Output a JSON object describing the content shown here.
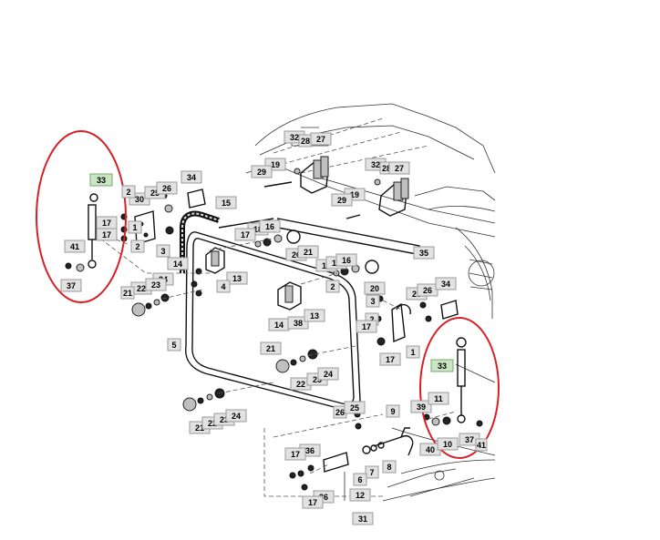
{
  "colors": {
    "highlight": "#c9e5c3",
    "callout": "#d81f26",
    "label_bg": "#e2e2e2"
  },
  "labels": [
    {
      "id": "l33a",
      "text": "33",
      "hl": true
    },
    {
      "id": "l34a",
      "text": "34"
    },
    {
      "id": "l30",
      "text": "30"
    },
    {
      "id": "l2a",
      "text": "2"
    },
    {
      "id": "l25a",
      "text": "25"
    },
    {
      "id": "l26a",
      "text": "26"
    },
    {
      "id": "l17a",
      "text": "17"
    },
    {
      "id": "l1a",
      "text": "1"
    },
    {
      "id": "l17b",
      "text": "17"
    },
    {
      "id": "l2b",
      "text": "2"
    },
    {
      "id": "l3a",
      "text": "3"
    },
    {
      "id": "l41",
      "text": "41"
    },
    {
      "id": "l37a",
      "text": "37"
    },
    {
      "id": "l15",
      "text": "15"
    },
    {
      "id": "l14a",
      "text": "14"
    },
    {
      "id": "l24a",
      "text": "24"
    },
    {
      "id": "l22a",
      "text": "22"
    },
    {
      "id": "l23a",
      "text": "23"
    },
    {
      "id": "l21a",
      "text": "21"
    },
    {
      "id": "l13a",
      "text": "13"
    },
    {
      "id": "l4",
      "text": "4"
    },
    {
      "id": "l5",
      "text": "5"
    },
    {
      "id": "l32a",
      "text": "32"
    },
    {
      "id": "l28a",
      "text": "28"
    },
    {
      "id": "l27a",
      "text": "27"
    },
    {
      "id": "l19a",
      "text": "19"
    },
    {
      "id": "l29a",
      "text": "29"
    },
    {
      "id": "l18a",
      "text": "18"
    },
    {
      "id": "l16a",
      "text": "16"
    },
    {
      "id": "l17c",
      "text": "17"
    },
    {
      "id": "l20a",
      "text": "20"
    },
    {
      "id": "l21b",
      "text": "21"
    },
    {
      "id": "l32b",
      "text": "32"
    },
    {
      "id": "l28b",
      "text": "28"
    },
    {
      "id": "l27b",
      "text": "27"
    },
    {
      "id": "l19b",
      "text": "19"
    },
    {
      "id": "l29b",
      "text": "29"
    },
    {
      "id": "l35",
      "text": "35"
    },
    {
      "id": "l17d",
      "text": "17"
    },
    {
      "id": "l18b",
      "text": "18"
    },
    {
      "id": "l16b",
      "text": "16"
    },
    {
      "id": "l2c",
      "text": "2"
    },
    {
      "id": "l20b",
      "text": "20"
    },
    {
      "id": "l14b",
      "text": "14"
    },
    {
      "id": "l38",
      "text": "38"
    },
    {
      "id": "l13b",
      "text": "13"
    },
    {
      "id": "l25b",
      "text": "25"
    },
    {
      "id": "l26b",
      "text": "26"
    },
    {
      "id": "l34b",
      "text": "34"
    },
    {
      "id": "l3b",
      "text": "3"
    },
    {
      "id": "l2d",
      "text": "2"
    },
    {
      "id": "l17e",
      "text": "17"
    },
    {
      "id": "l1b",
      "text": "1"
    },
    {
      "id": "l17f",
      "text": "17"
    },
    {
      "id": "l33b",
      "text": "33",
      "hl": true
    },
    {
      "id": "l21c",
      "text": "21"
    },
    {
      "id": "l22b",
      "text": "22"
    },
    {
      "id": "l23b",
      "text": "23"
    },
    {
      "id": "l24b",
      "text": "24"
    },
    {
      "id": "l21d",
      "text": "21"
    },
    {
      "id": "l22c",
      "text": "22"
    },
    {
      "id": "l23c",
      "text": "23"
    },
    {
      "id": "l24c",
      "text": "24"
    },
    {
      "id": "l26c",
      "text": "26"
    },
    {
      "id": "l25c",
      "text": "25"
    },
    {
      "id": "l9",
      "text": "9"
    },
    {
      "id": "l39",
      "text": "39"
    },
    {
      "id": "l11",
      "text": "11"
    },
    {
      "id": "l40",
      "text": "40"
    },
    {
      "id": "l10",
      "text": "10"
    },
    {
      "id": "l37b",
      "text": "37"
    },
    {
      "id": "l41b",
      "text": "41"
    },
    {
      "id": "l36a",
      "text": "36"
    },
    {
      "id": "l17g",
      "text": "17"
    },
    {
      "id": "l8",
      "text": "8"
    },
    {
      "id": "l7",
      "text": "7"
    },
    {
      "id": "l6",
      "text": "6"
    },
    {
      "id": "l36b",
      "text": "36"
    },
    {
      "id": "l17h",
      "text": "17"
    },
    {
      "id": "l12",
      "text": "12"
    },
    {
      "id": "l31",
      "text": "31"
    }
  ]
}
